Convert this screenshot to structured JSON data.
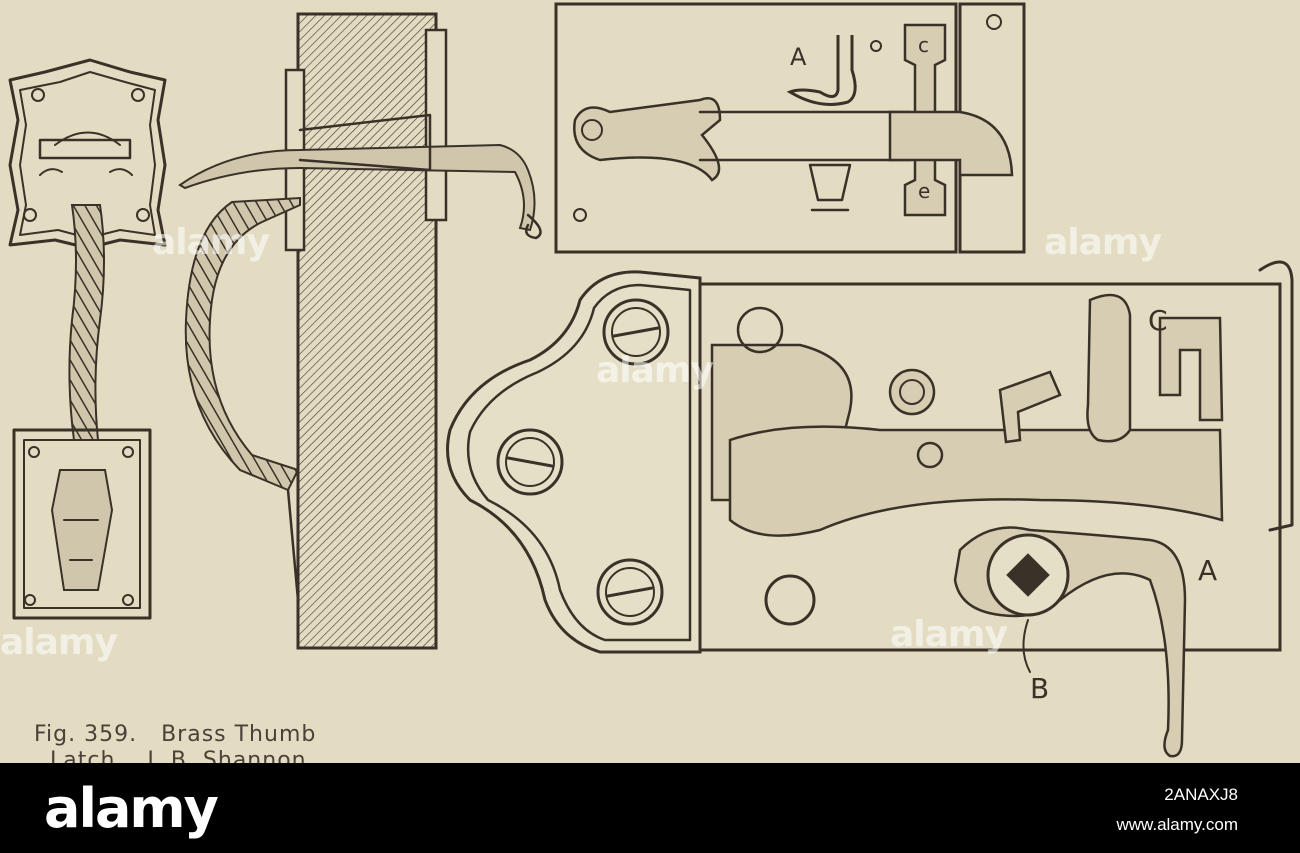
{
  "plate": {
    "caption_line1": "Fig. 359.   Brass Thumb",
    "caption_line2": "  Latch.   J. B. Shannon",
    "labels": {
      "upper_a": "A",
      "upper_c": "c",
      "upper_e": "e",
      "lower_c": "C",
      "lower_a": "A",
      "lower_b": "B"
    },
    "watermark": "alamy"
  },
  "footer": {
    "logo": "alamy",
    "image_id": "2ANAXJ8",
    "site": "www.alamy.com"
  },
  "colors": {
    "paper": "#e3dcc3",
    "ink": "#3a3228",
    "footer": "#000000"
  }
}
